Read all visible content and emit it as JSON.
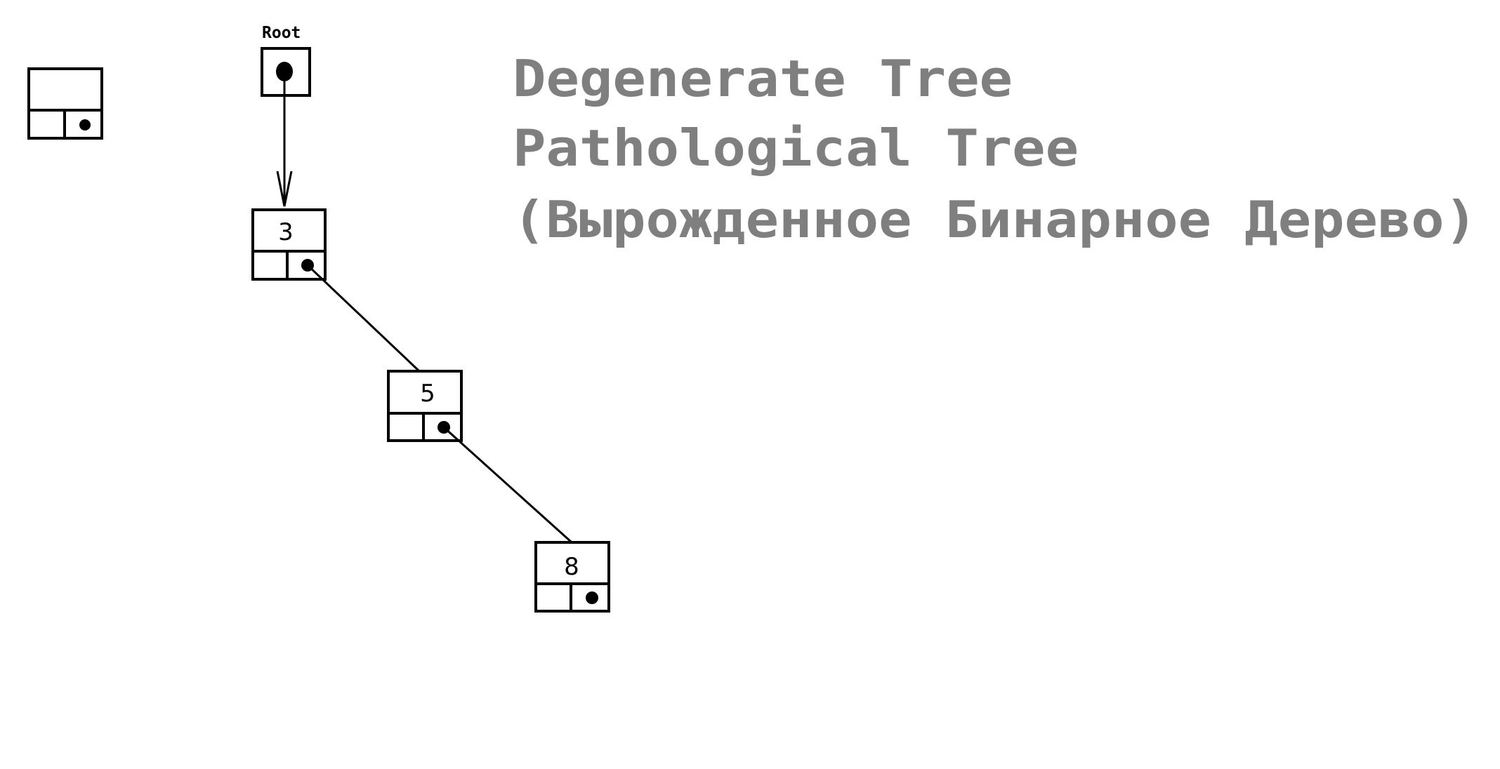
{
  "diagram": {
    "root_label": "Root",
    "title_lines": [
      "Degenerate Tree",
      "Pathological Tree",
      "(Вырожденное Бинарное Дерево)"
    ],
    "nodes": [
      {
        "id": "legend",
        "value": ""
      },
      {
        "id": "n3",
        "value": "3"
      },
      {
        "id": "n5",
        "value": "5"
      },
      {
        "id": "n8",
        "value": "8"
      }
    ],
    "edges": [
      {
        "from": "root",
        "to": "n3",
        "arrow": true
      },
      {
        "from": "n3",
        "to": "n5",
        "arrow": false
      },
      {
        "from": "n5",
        "to": "n8",
        "arrow": false
      }
    ]
  },
  "colors": {
    "stroke": "#000000",
    "title_text": "#7f7f7f",
    "background": "#ffffff"
  }
}
